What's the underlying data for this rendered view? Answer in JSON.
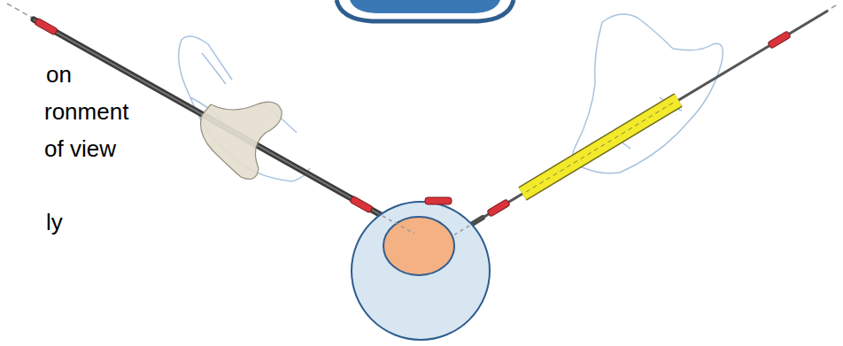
{
  "diagram": {
    "labels": [
      "on",
      "ronment",
      "of view",
      "ly"
    ]
  }
}
